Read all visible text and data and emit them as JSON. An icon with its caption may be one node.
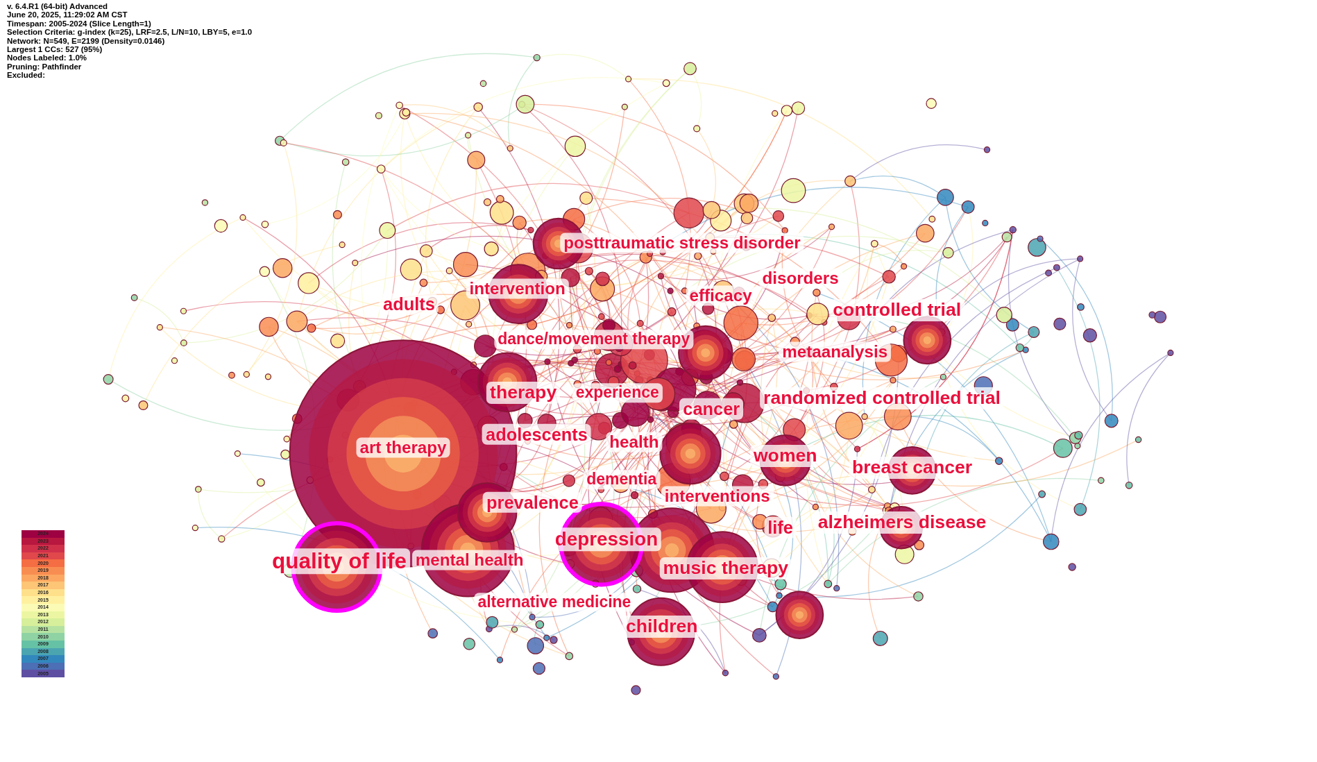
{
  "diagram": {
    "labels": [
      "v. 6.4.R1 (64-bit) Advanced",
      "June 20, 2025, 11:29:02 AM CST",
      "Timespan: 2005-2024 (Slice Length=1)",
      "Selection Criteria: g-index (k=25), LRF=2.5, L/N=10, LBY=5, e=1.0",
      "Network: N=549, E=2199 (Density=0.0146)",
      "Largest 1 CCs: 527 (95%)",
      "Nodes Labeled: 1.0%",
      "Pruning: Pathfinder",
      "Excluded:",
      "posttraumatic stress disorder",
      "disorders",
      "intervention",
      "efficacy",
      "adults",
      "controlled trial",
      "dance/movement therapy",
      "metaanalysis",
      "therapy",
      "experience",
      "randomized controlled trial",
      "cancer",
      "adolescents",
      "health",
      "art therapy",
      "women",
      "breast cancer",
      "dementia",
      "interventions",
      "prevalence",
      "alzheimers disease",
      "life",
      "depression",
      "mental health",
      "quality of life",
      "music therapy",
      "alternative medicine",
      "children"
    ],
    "legend": [
      {
        "text": "2024",
        "color": "#9e0142"
      },
      {
        "text": "2023",
        "color": "#b8173f"
      },
      {
        "text": "2022",
        "color": "#d0304a"
      },
      {
        "text": "2021",
        "color": "#e0484c"
      },
      {
        "text": "2020",
        "color": "#f46d43"
      },
      {
        "text": "2019",
        "color": "#f88d52"
      },
      {
        "text": "2018",
        "color": "#fca862"
      },
      {
        "text": "2017",
        "color": "#fdc576"
      },
      {
        "text": "2016",
        "color": "#fee08b"
      },
      {
        "text": "2015",
        "color": "#fff0a0"
      },
      {
        "text": "2014",
        "color": "#fbfbb5"
      },
      {
        "text": "2013",
        "color": "#ecf6a2"
      },
      {
        "text": "2012",
        "color": "#d7ef9b"
      },
      {
        "text": "2011",
        "color": "#b6e2a1"
      },
      {
        "text": "2010",
        "color": "#8fd3a4"
      },
      {
        "text": "2009",
        "color": "#66c2a5"
      },
      {
        "text": "2008",
        "color": "#4ba5b1"
      },
      {
        "text": "2007",
        "color": "#3288bd"
      },
      {
        "text": "2006",
        "color": "#4c6fb5"
      },
      {
        "text": "2005",
        "color": "#5e4fa2"
      }
    ]
  }
}
